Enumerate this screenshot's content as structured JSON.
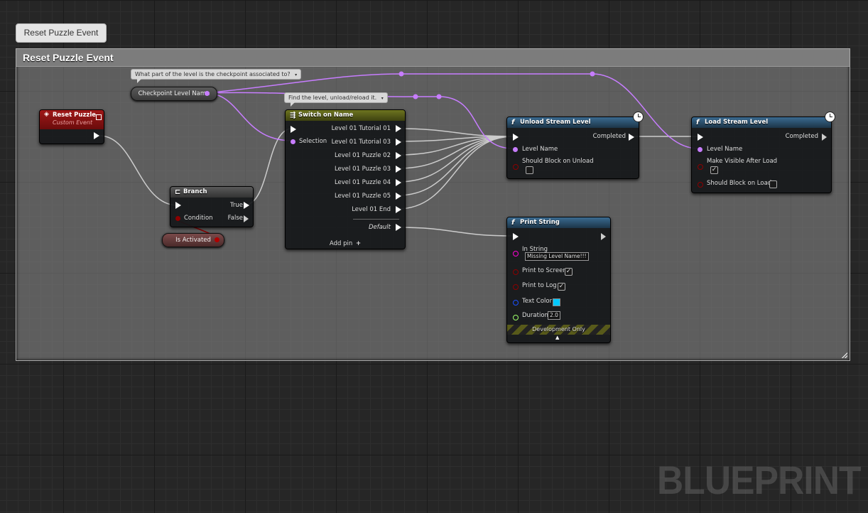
{
  "tab_bubble": "Reset Puzzle Event",
  "comment": {
    "title": "Reset Puzzle Event"
  },
  "bubbles": {
    "checkpoint_comment": "What part of the level is the checkpoint associated to?",
    "switch_comment": "Find the level, unload/reload it."
  },
  "variables": {
    "checkpoint_level_name": "Checkpoint Level Name",
    "is_activated": "Is Activated"
  },
  "nodes": {
    "reset_puzzle": {
      "title": "Reset Puzzle",
      "subtitle": "Custom Event"
    },
    "branch": {
      "title": "Branch",
      "condition": "Condition",
      "true_label": "True",
      "false_label": "False"
    },
    "switch": {
      "title": "Switch on Name",
      "selection": "Selection",
      "outputs": [
        "Level 01 Tutorial 01",
        "Level 01 Tutorial 03",
        "Level 01 Puzzle 02",
        "Level 01 Puzzle 03",
        "Level 01 Puzzle 04",
        "Level 01 Puzzle 05",
        "Level 01 End"
      ],
      "default": "Default",
      "add_pin": "Add pin"
    },
    "unload": {
      "title": "Unload Stream Level",
      "completed": "Completed",
      "level_name": "Level Name",
      "should_block": "Should Block on Unload"
    },
    "load": {
      "title": "Load Stream Level",
      "completed": "Completed",
      "level_name": "Level Name",
      "make_visible": "Make Visible After Load",
      "should_block": "Should Block on Load"
    },
    "print": {
      "title": "Print String",
      "in_string": "In String",
      "in_string_value": "Missing Level Name!!!",
      "print_to_screen": "Print to Screen",
      "print_to_log": "Print to Log",
      "text_color": "Text Color",
      "duration": "Duration",
      "duration_value": "2.0",
      "dev_only": "Development Only"
    }
  },
  "watermark": "BLUEPRINT",
  "colors": {
    "exec": "#ffffff",
    "name_pin": "#c77dff",
    "bool_pin": "#8c0000",
    "string_pin": "#ff00d4",
    "struct_pin": "#1a4fff",
    "float_pin": "#9dff6a",
    "event_header": "#8a1010",
    "function_header": "#2a4f6e",
    "switch_header": "#5a5f16",
    "branch_header": "#4a4a4a",
    "text_color_swatch": "#00c8ff"
  }
}
